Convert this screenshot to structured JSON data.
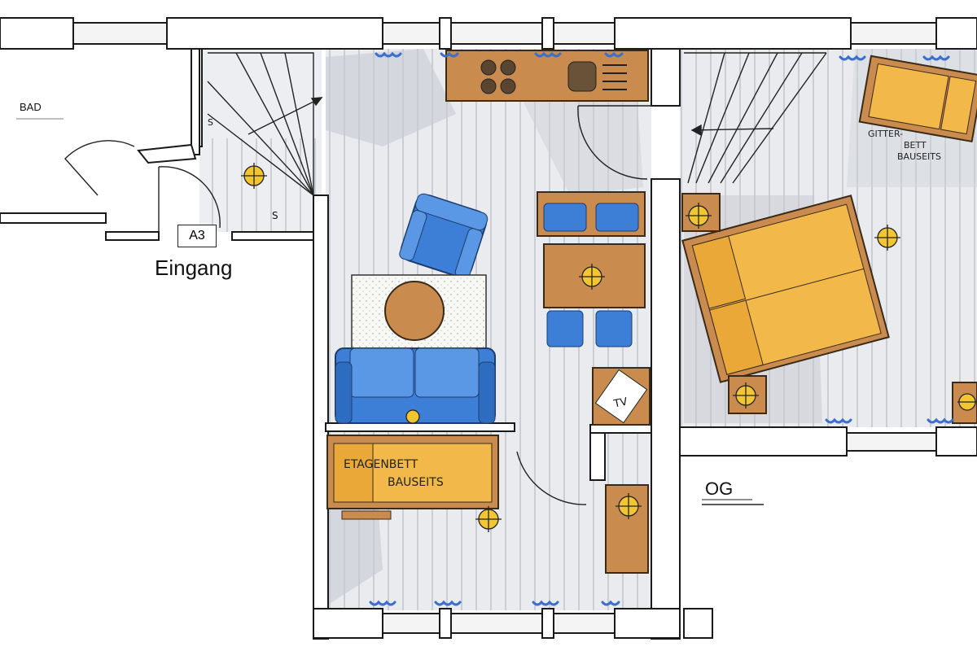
{
  "labels": {
    "bath": "BAD",
    "unit_number": "A3",
    "entrance": "Eingang",
    "upper_floor": "OG",
    "bunk_bed_line1": "ETAGENBETT",
    "bunk_bed_line2": "BAUSEITS",
    "crib_line1": "GITTER-",
    "crib_line2": "BETT",
    "crib_line3": "BAUSEITS",
    "tv": "TV",
    "stair_s1": "S",
    "stair_s2": "S"
  },
  "colors": {
    "wall": "#ffffff",
    "outline": "#1a1a1a",
    "floor_shadow": "#c9ccd3",
    "floor_line": "#8a8f99",
    "wood": "#c98c4e",
    "upholstery": "#3d7fd6",
    "bedding": "#f2b94a",
    "light": "#f3c531",
    "radiator": "#3a6fd0"
  }
}
